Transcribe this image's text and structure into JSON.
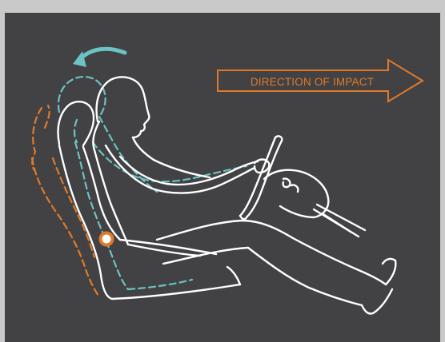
{
  "impact_label": "DIRECTION OF IMPACT",
  "colors": {
    "background": "#424244",
    "frame": "#c9c9c9",
    "body_outline": "#ffffff",
    "seat_outline": "#e07a2a",
    "displaced_outline": "#6cc3c2",
    "arrow": "#e07a2a",
    "pivot_marker": "#e07a2a",
    "rotation_arrow": "#6cc3c2"
  },
  "icons": [
    "impact-arrow",
    "rotation-arrow",
    "pivot-marker"
  ]
}
